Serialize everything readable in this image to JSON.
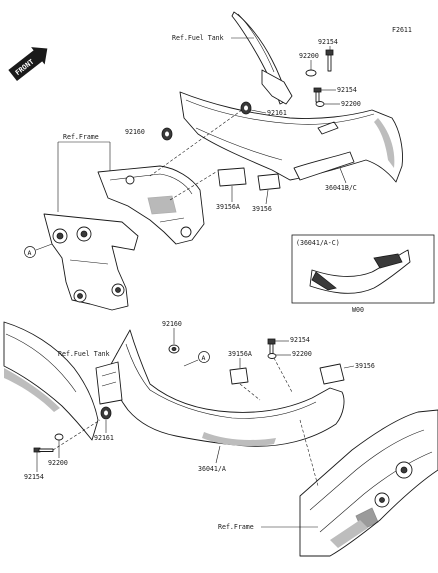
{
  "diagram_code": "F2611",
  "front_label": "FRONT",
  "ref_labels": {
    "fuel_tank_top": "Ref.Fuel Tank",
    "frame_top": "Ref.Frame",
    "fuel_tank_bottom": "Ref.Fuel Tank",
    "frame_bottom": "Ref.Frame"
  },
  "callout_a": "A",
  "inset": {
    "title": "(36041/A-C)",
    "caption": "W00"
  },
  "parts_top": {
    "p92154_top": "92154",
    "p92200_top": "92200",
    "p92154_right": "92154",
    "p92200_right": "92200",
    "p92161": "92161",
    "p92160": "92160",
    "p39156A": "39156A",
    "p39156": "39156",
    "p36041BC": "36041B/C"
  },
  "parts_bottom": {
    "p92160": "92160",
    "p39156A": "39156A",
    "p92154_r": "92154",
    "p92200_r": "92200",
    "p39156": "39156",
    "p92161": "92161",
    "p92200_l": "92200",
    "p92154_l": "92154",
    "p36041A": "36041/A"
  }
}
